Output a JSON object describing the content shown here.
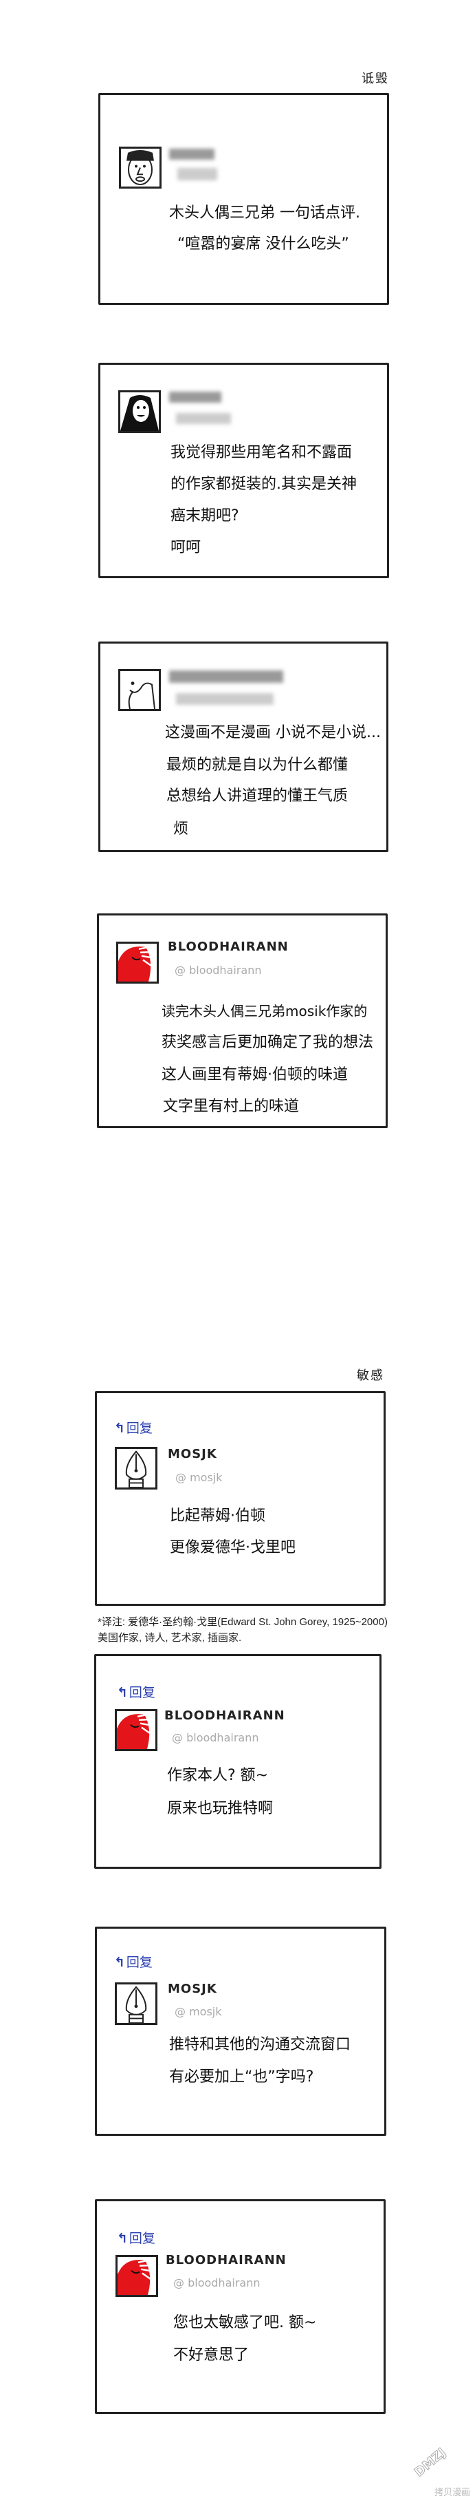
{
  "sections": [
    {
      "heading": "诋毁"
    },
    {
      "heading": "敏感"
    }
  ],
  "panels": [
    {
      "lines": [
        "木头人偶三兄弟 一句话点评.",
        "“喧嚣的宴席 没什么吃头”"
      ]
    },
    {
      "lines": [
        "我觉得那些用笔名和不露面",
        "的作家都挺装的.其实是关神",
        "癌末期吧?",
        "呵呵"
      ]
    },
    {
      "lines": [
        "这漫画不是漫画 小说不是小说...",
        "最烦的就是自以为什么都懂",
        "总想给人讲道理的懂王气质",
        "烦"
      ]
    },
    {
      "name": "BLOODHAIRANN",
      "handle": "@ bloodhairann",
      "lines": [
        "读完木头人偶三兄弟mosik作家的",
        "获奖感言后更加确定了我的想法",
        "这人画里有蒂姆·伯顿的味道",
        "文字里有村上的味道"
      ]
    },
    {
      "reply": "回复",
      "name": "MOSJK",
      "handle": "@ mosjk",
      "lines": [
        "比起蒂姆·伯顿",
        "更像爱德华·戈里吧"
      ]
    },
    {
      "reply": "回复",
      "name": "BLOODHAIRANN",
      "handle": "@ bloodhairann",
      "lines": [
        "作家本人? 额~",
        "原来也玩推特啊"
      ]
    },
    {
      "reply": "回复",
      "name": "MOSJK",
      "handle": "@ mosjk",
      "lines": [
        "推特和其他的沟通交流窗口",
        "有必要加上“也”字吗?"
      ]
    },
    {
      "reply": "回复",
      "name": "BLOODHAIRANN",
      "handle": "@ bloodhairann",
      "lines": [
        "您也太敏感了吧. 额~",
        "不好意思了"
      ]
    }
  ],
  "translator_note": "*译注: 爱德华·圣约翰·戈里(Edward St. John Gorey, 1925~2000)美国作家, 诗人, 艺术家, 插画家.",
  "watermark": {
    "logo": "DMZJ .com",
    "text": "拷贝漫画"
  },
  "colors": {
    "reply_blue": "#2a3fb0",
    "avatar_red": "#e4141b",
    "border": "#222222",
    "handle_gray": "#aaaaaa"
  },
  "icons": {
    "reply": "reply-arrow-icon",
    "at": "at-sign-icon"
  }
}
